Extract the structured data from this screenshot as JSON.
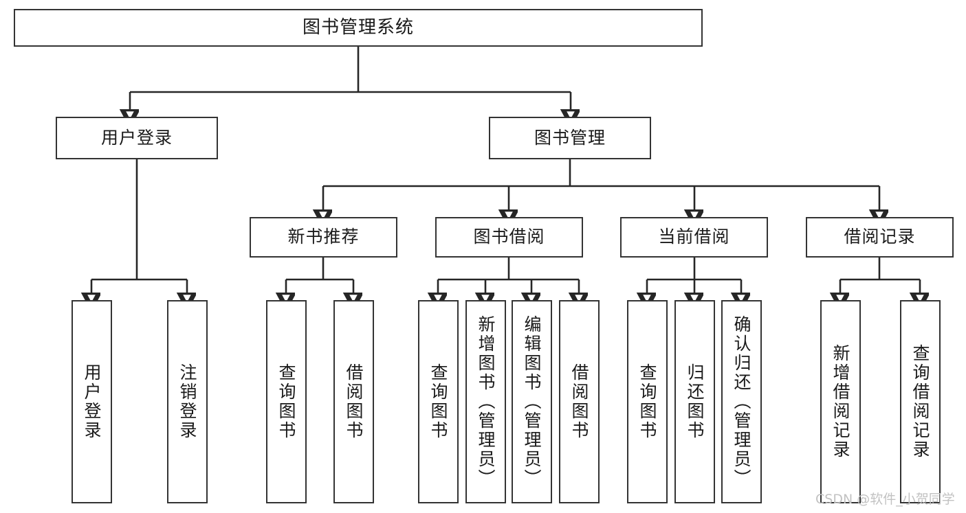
{
  "diagram": {
    "type": "tree",
    "title": "图书管理系统",
    "watermark": "CSDN @软件_小贺同学",
    "colors": {
      "node_border": "#333333",
      "node_fill": "#ffffff",
      "connector": "#262626",
      "text": "#1a1a1a",
      "watermark": "#c2c2c2",
      "background": "#ffffff"
    },
    "root": {
      "label": "图书管理系统"
    },
    "level2": [
      {
        "label": "用户登录"
      },
      {
        "label": "图书管理"
      }
    ],
    "level3": [
      {
        "label": "新书推荐"
      },
      {
        "label": "图书借阅"
      },
      {
        "label": "当前借阅"
      },
      {
        "label": "借阅记录"
      }
    ],
    "leaves": {
      "user_login": [
        {
          "label": "用户登录"
        },
        {
          "label": "注销登录"
        }
      ],
      "new_book_recommend": [
        {
          "label": "查询图书"
        },
        {
          "label": "借阅图书"
        }
      ],
      "book_borrow": [
        {
          "label": "查询图书"
        },
        {
          "label": "新增图书（管理员）"
        },
        {
          "label": "编辑图书（管理员）"
        },
        {
          "label": "借阅图书"
        }
      ],
      "current_borrow": [
        {
          "label": "查询图书"
        },
        {
          "label": "归还图书"
        },
        {
          "label": "确认归还（管理员）"
        }
      ],
      "borrow_record": [
        {
          "label": "新增借阅记录"
        },
        {
          "label": "查询借阅记录"
        }
      ]
    }
  }
}
